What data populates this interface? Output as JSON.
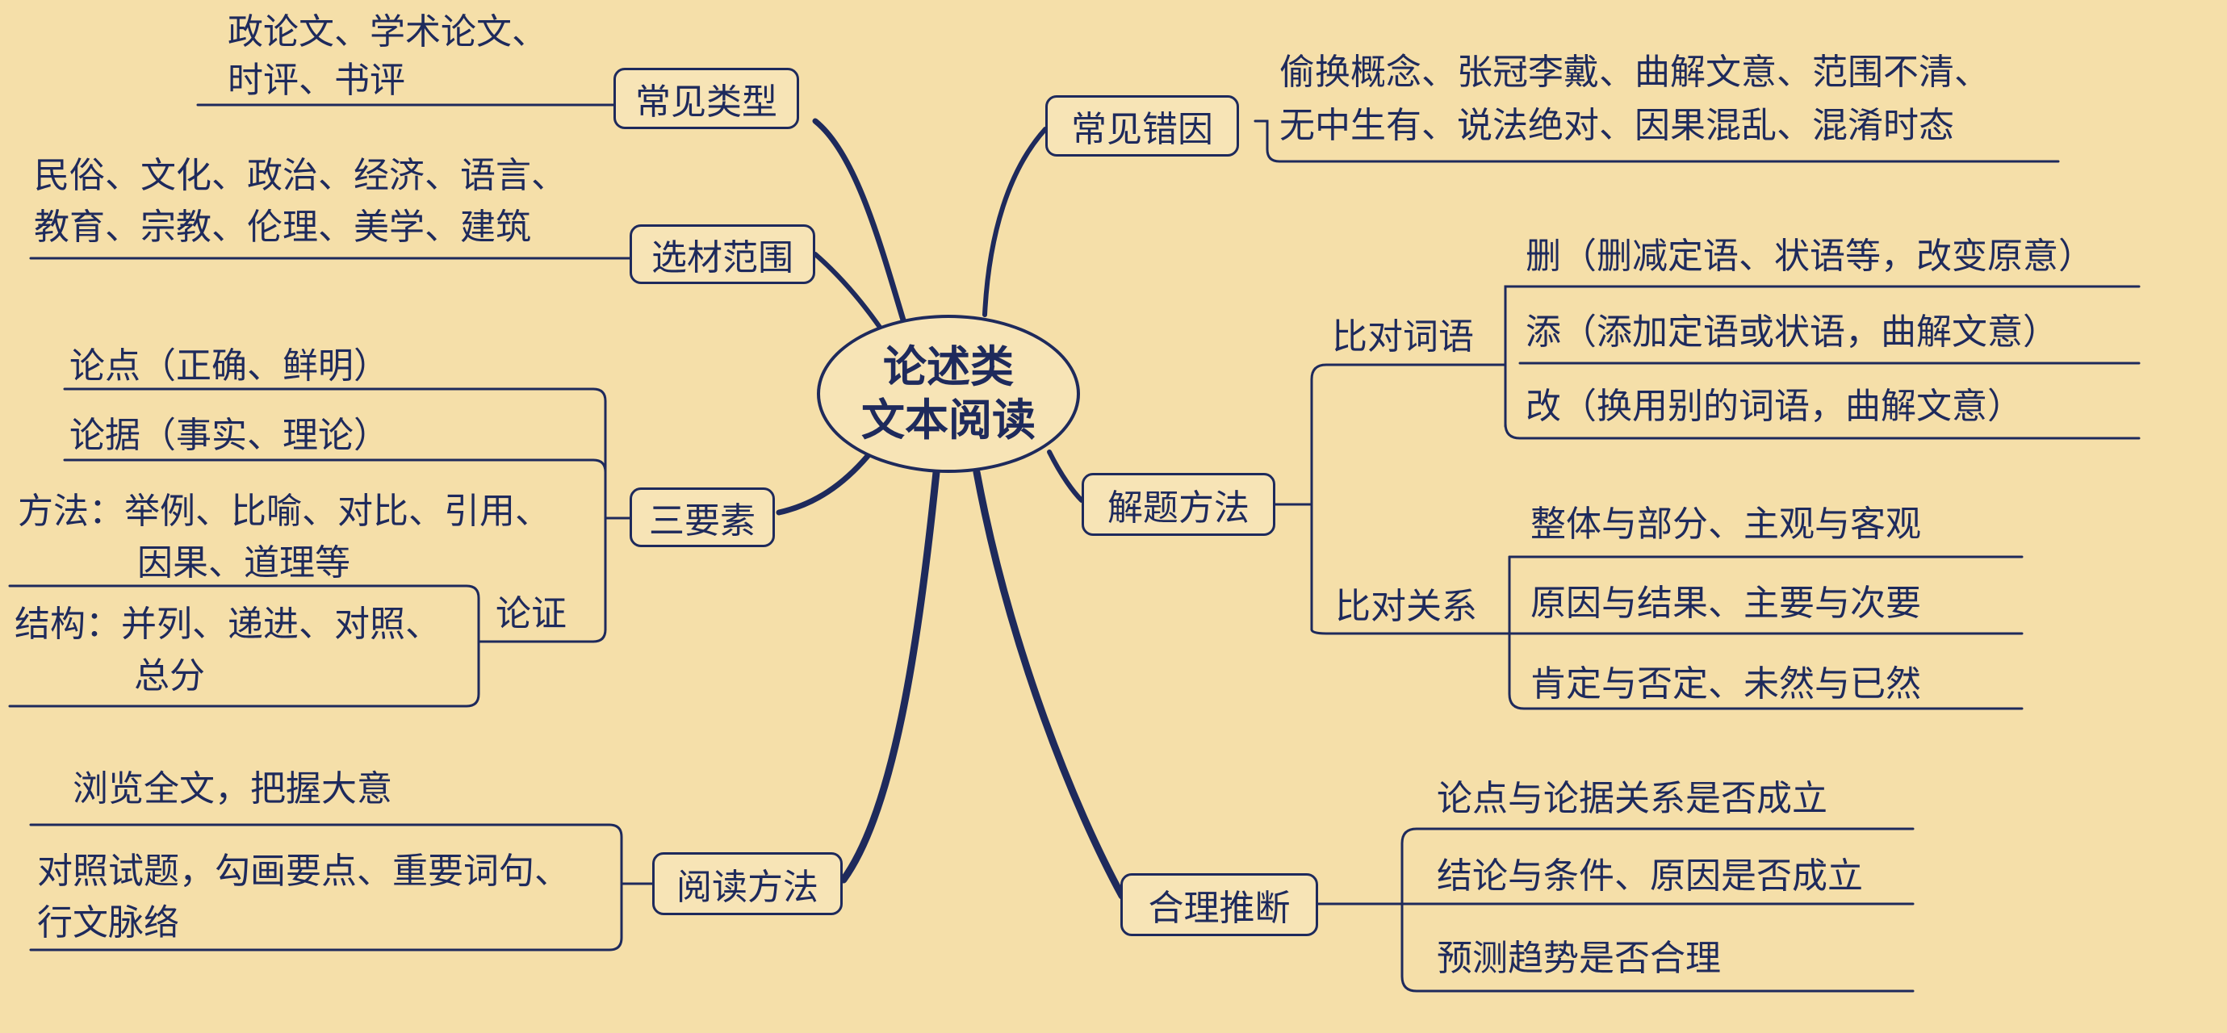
{
  "colors": {
    "background": "#f5dfa9",
    "ink": "#1e2a5c",
    "box_fill": "#f7e4b6"
  },
  "center": {
    "line1": "论述类",
    "line2": "文本阅读"
  },
  "left": {
    "common_types": {
      "label": "常见类型",
      "detail_line1": "政论文、学术论文、",
      "detail_line2": "时评、书评"
    },
    "material_scope": {
      "label": "选材范围",
      "detail_line1": "民俗、文化、政治、经济、语言、",
      "detail_line2": "教育、宗教、伦理、美学、建筑"
    },
    "three_elements": {
      "label": "三要素",
      "argument": "论点（正确、鲜明）",
      "evidence": "论据（事实、理论）",
      "demonstration_label": "论证",
      "method_line1": "方法：举例、比喻、对比、引用、",
      "method_line2": "因果、道理等",
      "structure_line1": "结构：并列、递进、对照、",
      "structure_line2": "总分"
    },
    "reading_method": {
      "label": "阅读方法",
      "step1": "浏览全文，把握大意",
      "step2_line1": "对照试题，勾画要点、重要词句、",
      "step2_line2": "行文脉络"
    }
  },
  "right": {
    "common_errors": {
      "label": "常见错因",
      "detail_line1": "偷换概念、张冠李戴、曲解文意、范围不清、",
      "detail_line2": "无中生有、说法绝对、因果混乱、混淆时态"
    },
    "solving_method": {
      "label": "解题方法",
      "compare_words": {
        "label": "比对词语",
        "items": [
          "删（删减定语、状语等，改变原意）",
          "添（添加定语或状语，曲解文意）",
          "改（换用别的词语，曲解文意）"
        ]
      },
      "compare_relations": {
        "label": "比对关系",
        "items": [
          "整体与部分、主观与客观",
          "原因与结果、主要与次要",
          "肯定与否定、未然与已然"
        ]
      }
    },
    "reasonable_inference": {
      "label": "合理推断",
      "items": [
        "论点与论据关系是否成立",
        "结论与条件、原因是否成立",
        "预测趋势是否合理"
      ]
    }
  }
}
